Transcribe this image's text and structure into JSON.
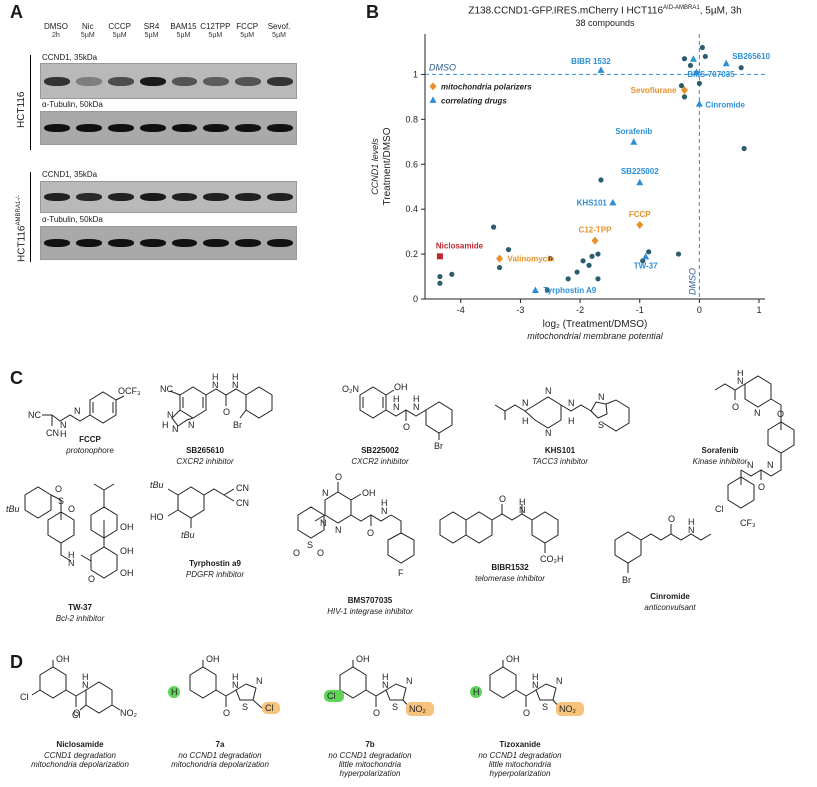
{
  "panels": {
    "A": "A",
    "B": "B",
    "C": "C",
    "D": "D"
  },
  "panelA": {
    "lanes": [
      {
        "name": "DMSO",
        "dose": "2h"
      },
      {
        "name": "Nic",
        "dose": "5µM"
      },
      {
        "name": "CCCP",
        "dose": "5µM"
      },
      {
        "name": "SR4",
        "dose": "5µM"
      },
      {
        "name": "BAM15",
        "dose": "5µM"
      },
      {
        "name": "C12TPP",
        "dose": "5µM"
      },
      {
        "name": "FCCP",
        "dose": "5µM"
      },
      {
        "name": "Sevof.",
        "dose": "5µM"
      }
    ],
    "blot1": "CCND1, 35kDa",
    "blot2": "α-Tubulin, 50kDa",
    "blot3": "CCND1, 35kDa",
    "blot4": "α-Tubulin, 50kDa",
    "cell1": "HCT116",
    "cell2_main": "HCT116",
    "cell2_sup": "AMBRA1-/-",
    "ccnd1_wt": [
      0.8,
      0.35,
      0.65,
      0.95,
      0.6,
      0.55,
      0.6,
      0.8
    ],
    "ccnd1_ko": [
      0.9,
      0.85,
      0.9,
      0.95,
      0.9,
      0.9,
      0.9,
      0.9
    ]
  },
  "panelB": {
    "title_main": "Z138.CCND1-GFP.IRES.mCherry I HCT116",
    "title_sup": "AID-AMBRA1",
    "title_end": ", 5µM, 3h",
    "subtitle": "38 compounds",
    "ylabel1": "CCND1 levels",
    "ylabel2": "Treatment/DMSO",
    "xlabel": "log₂ (Treatment/DMSO)",
    "xlabel2": "mitochondrial membrane potential",
    "dmso_h": "DMSO",
    "dmso_v": "DMSO",
    "legend": [
      "mitochondria polarizers",
      "correlating drugs"
    ],
    "colors": {
      "dot": "#2b5d6e",
      "polarizer": "#e8912c",
      "drug": "#2b8fd6",
      "niclosamide": "#c0262d"
    }
  },
  "chart_data": {
    "type": "scatter",
    "xlabel": "log₂ (Treatment/DMSO)",
    "ylabel": "Treatment/DMSO",
    "xlim": [
      -4.6,
      1.1
    ],
    "ylim": [
      0,
      1.18
    ],
    "xticks": [
      -4,
      -3,
      -2,
      -1,
      0,
      1
    ],
    "yticks": [
      0,
      0.2,
      0.4,
      0.6,
      0.8,
      1
    ],
    "ref_lines": {
      "x": 0,
      "y": 1
    },
    "grid": false,
    "legend_position": "top-left",
    "series": [
      {
        "name": "",
        "marker": "circle",
        "points": [
          [
            -4.35,
            0.07
          ],
          [
            -4.35,
            0.1
          ],
          [
            -4.15,
            0.11
          ],
          [
            -3.45,
            0.32
          ],
          [
            -3.35,
            0.14
          ],
          [
            -3.2,
            0.22
          ],
          [
            -2.55,
            0.04
          ],
          [
            -2.5,
            0.18
          ],
          [
            -2.2,
            0.09
          ],
          [
            -2.05,
            0.12
          ],
          [
            -1.95,
            0.17
          ],
          [
            -1.85,
            0.15
          ],
          [
            -1.8,
            0.19
          ],
          [
            -1.7,
            0.2
          ],
          [
            -1.7,
            0.09
          ],
          [
            -1.65,
            0.53
          ],
          [
            -0.85,
            0.21
          ],
          [
            -0.35,
            0.2
          ],
          [
            -0.25,
            0.9
          ],
          [
            -0.25,
            1.07
          ],
          [
            -0.15,
            1.04
          ],
          [
            0.0,
            0.96
          ],
          [
            0.05,
            1.12
          ],
          [
            0.1,
            1.08
          ],
          [
            0.7,
            1.03
          ],
          [
            0.75,
            0.67
          ],
          [
            -0.95,
            0.17
          ],
          [
            -0.3,
            0.95
          ]
        ]
      },
      {
        "name": "mitochondria polarizers",
        "marker": "diamond",
        "points": [
          [
            -3.35,
            0.18
          ],
          [
            -1.75,
            0.26
          ],
          [
            -1.0,
            0.33
          ],
          [
            -0.25,
            0.93
          ]
        ]
      },
      {
        "name": "correlating drugs",
        "marker": "triangle",
        "points": [
          [
            -1.65,
            1.02
          ],
          [
            -0.1,
            1.07
          ],
          [
            -1.45,
            0.43
          ],
          [
            -1.0,
            0.52
          ],
          [
            -2.75,
            0.04
          ],
          [
            -0.9,
            0.19
          ],
          [
            -1.1,
            0.7
          ],
          [
            -0.05,
            1.01
          ],
          [
            0.0,
            0.87
          ],
          [
            0.45,
            1.05
          ]
        ]
      },
      {
        "name": "Niclosamide",
        "marker": "square",
        "points": [
          [
            -4.35,
            0.19
          ]
        ]
      }
    ],
    "annotations": [
      {
        "text": "BIBR 1532",
        "x": -1.65,
        "y": 1.02,
        "color": "drug"
      },
      {
        "text": "SB265610",
        "x": 0.45,
        "y": 1.05,
        "color": "drug"
      },
      {
        "text": "BMS-707035",
        "x": -0.1,
        "y": 1.01,
        "color": "drug"
      },
      {
        "text": "Sevoflurane",
        "x": -0.25,
        "y": 0.93,
        "color": "polarizer"
      },
      {
        "text": "Cinromide",
        "x": 0.0,
        "y": 0.87,
        "color": "drug"
      },
      {
        "text": "Sorafenib",
        "x": -1.1,
        "y": 0.7,
        "color": "drug"
      },
      {
        "text": "SB225002",
        "x": -1.0,
        "y": 0.52,
        "color": "drug"
      },
      {
        "text": "KHS101",
        "x": -1.45,
        "y": 0.43,
        "color": "drug"
      },
      {
        "text": "FCCP",
        "x": -1.0,
        "y": 0.33,
        "color": "polarizer"
      },
      {
        "text": "C12-TPP",
        "x": -1.75,
        "y": 0.26,
        "color": "polarizer"
      },
      {
        "text": "Niclosamide",
        "x": -4.35,
        "y": 0.19,
        "color": "niclosamide"
      },
      {
        "text": "Valinomycin",
        "x": -3.35,
        "y": 0.18,
        "color": "polarizer"
      },
      {
        "text": "TW-37",
        "x": -0.9,
        "y": 0.19,
        "color": "drug"
      },
      {
        "text": "Tyrphostin A9",
        "x": -2.75,
        "y": 0.04,
        "color": "drug"
      }
    ]
  },
  "panelC": [
    {
      "name": "FCCP",
      "desc": "protonophore"
    },
    {
      "name": "SB265610",
      "desc": "CXCR2 inhibitor"
    },
    {
      "name": "SB225002",
      "desc": "CXCR2 inhibitor"
    },
    {
      "name": "KHS101",
      "desc": "TACC3 inhibitor"
    },
    {
      "name": "Sorafenib",
      "desc": "Kinase inhibitor"
    },
    {
      "name": "TW-37",
      "desc": "Bcl-2 inhibitor"
    },
    {
      "name": "Tyrphostin  a9",
      "desc": "PDGFR inhibitor"
    },
    {
      "name": "BMS707035",
      "desc": "HIV-1 integrase  inhibitor"
    },
    {
      "name": "BIBR1532",
      "desc": "telomerase  inhibitor"
    },
    {
      "name": "Cinromide",
      "desc": "anticonvulsant"
    }
  ],
  "panelD": [
    {
      "name": "Niclosamide",
      "desc": [
        "CCND1 degradation",
        "mitochondria  depolarization"
      ]
    },
    {
      "name": "7a",
      "desc": [
        "no CCND1 degradation",
        "mitochondria  depolarization"
      ]
    },
    {
      "name": "7b",
      "desc": [
        "no CCND1 degradation",
        "little mitochondria",
        "hyperpolarization"
      ]
    },
    {
      "name": "Tizoxanide",
      "desc": [
        "no CCND1 degradation",
        "little mitochondria",
        "hyperpolarization"
      ]
    }
  ],
  "atoms": {
    "fccp": {
      "ocf3": "OCF₃",
      "nc1": "NC",
      "nc2": "N",
      "nc3": "N",
      "cn": "CN",
      "h1": "H"
    },
    "sb265610": {
      "nc": "NC",
      "n1": "N",
      "n2": "N",
      "n3": "N",
      "h1": "H",
      "nh1": "N",
      "nh2": "N",
      "h2": "H",
      "h3": "H",
      "o": "O",
      "br": "Br"
    },
    "sb225002": {
      "no2": "O₂N",
      "oh": "OH",
      "h1": "N",
      "h2": "N",
      "o": "O",
      "br": "Br",
      "hh1": "H",
      "hh2": "H"
    },
    "khs101": {
      "n1": "N",
      "n2": "N",
      "h1": "N",
      "h2": "N",
      "s": "S",
      "n3": "N",
      "hh1": "H",
      "hh2": "H"
    },
    "sorafenib": {
      "nh": "N",
      "h": "H",
      "o1": "O",
      "n": "N",
      "o2": "O",
      "nh2": "N",
      "nh3": "N",
      "o3": "O",
      "cl": "Cl",
      "cf3": "CF₃"
    },
    "tw37": {
      "tbu": "tBu",
      "o1": "O",
      "s": "S",
      "o2": "O",
      "oh1": "OH",
      "oh2": "OH",
      "oh3": "OH",
      "nh": "N",
      "h": "H",
      "o3": "O"
    },
    "tyrphostin": {
      "tbu1": "tBu",
      "ho": "HO",
      "tbu2": "tBu",
      "cn1": "CN",
      "cn2": "CN"
    },
    "bms": {
      "n1": "N",
      "o1": "O",
      "oh": "OH",
      "n2": "N",
      "n3": "N",
      "s": "S",
      "o2": "O",
      "o3": "O",
      "o4": "O",
      "nh": "N",
      "h": "H",
      "f": "F"
    },
    "bibr": {
      "o": "O",
      "nh": "N",
      "h": "H",
      "co2h": "CO₂H"
    },
    "cinromide": {
      "o": "O",
      "nh": "N",
      "h": "H",
      "br": "Br"
    },
    "niclosamide": {
      "oh": "OH",
      "cl1": "Cl",
      "o": "O",
      "n": "N",
      "h": "H",
      "cl2": "Cl",
      "no2": "NO₂"
    },
    "c7a": {
      "oh": "OH",
      "h": "H",
      "n": "N",
      "hh": "H",
      "o": "O",
      "s": "S",
      "n2": "N",
      "cl": "Cl"
    },
    "c7b": {
      "oh": "OH",
      "cl": "Cl",
      "n": "N",
      "hh": "H",
      "o": "O",
      "s": "S",
      "n2": "N",
      "no2": "NO₂"
    },
    "tiz": {
      "oh": "OH",
      "h": "H",
      "n": "N",
      "hh": "H",
      "o": "O",
      "s": "S",
      "n2": "N",
      "no2": "NO₂"
    }
  }
}
